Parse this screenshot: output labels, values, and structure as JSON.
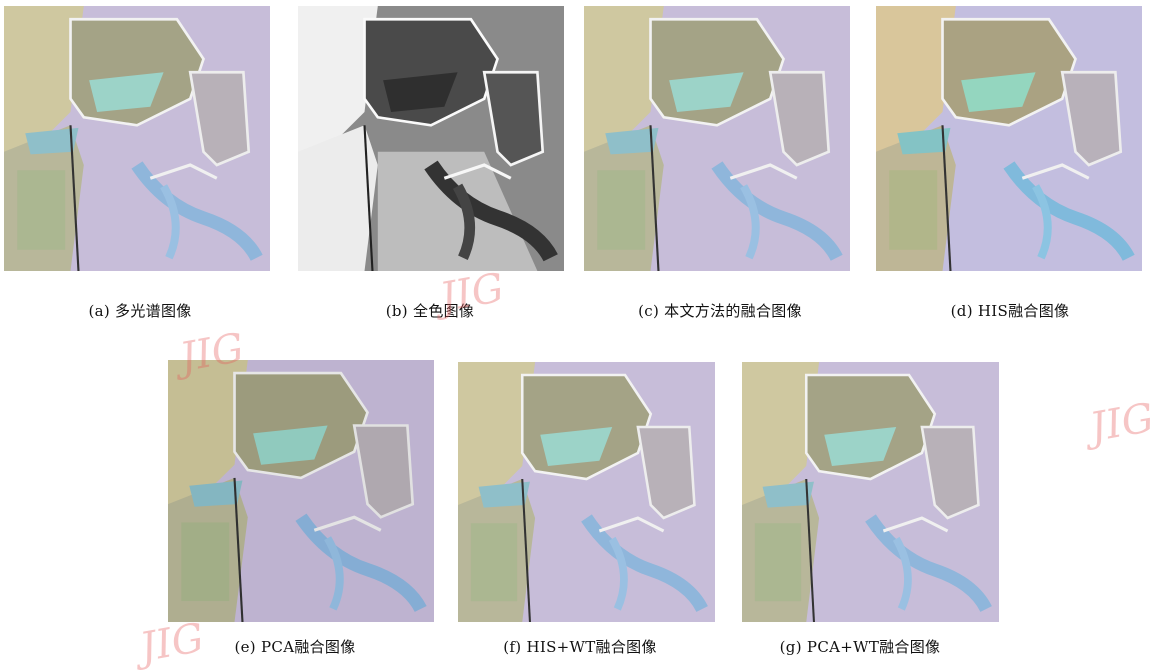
{
  "captions": {
    "a": "(a) 多光谱图像",
    "b": "(b) 全色图像",
    "c": "(c) 本文方法的融合图像",
    "d": "(d) HIS融合图像",
    "e": "(e) PCA融合图像",
    "f": "(f) HIS+WT融合图像",
    "g": "(g) PCA+WT融合图像"
  },
  "watermark": "JIG",
  "colors": {
    "land": "#c9c29a",
    "water": "#7fb4d6",
    "pond": "#9fd6cf",
    "sea": "#b9aed6",
    "gray_light": "#e4e4e4",
    "gray_dark": "#3c3c3c"
  }
}
